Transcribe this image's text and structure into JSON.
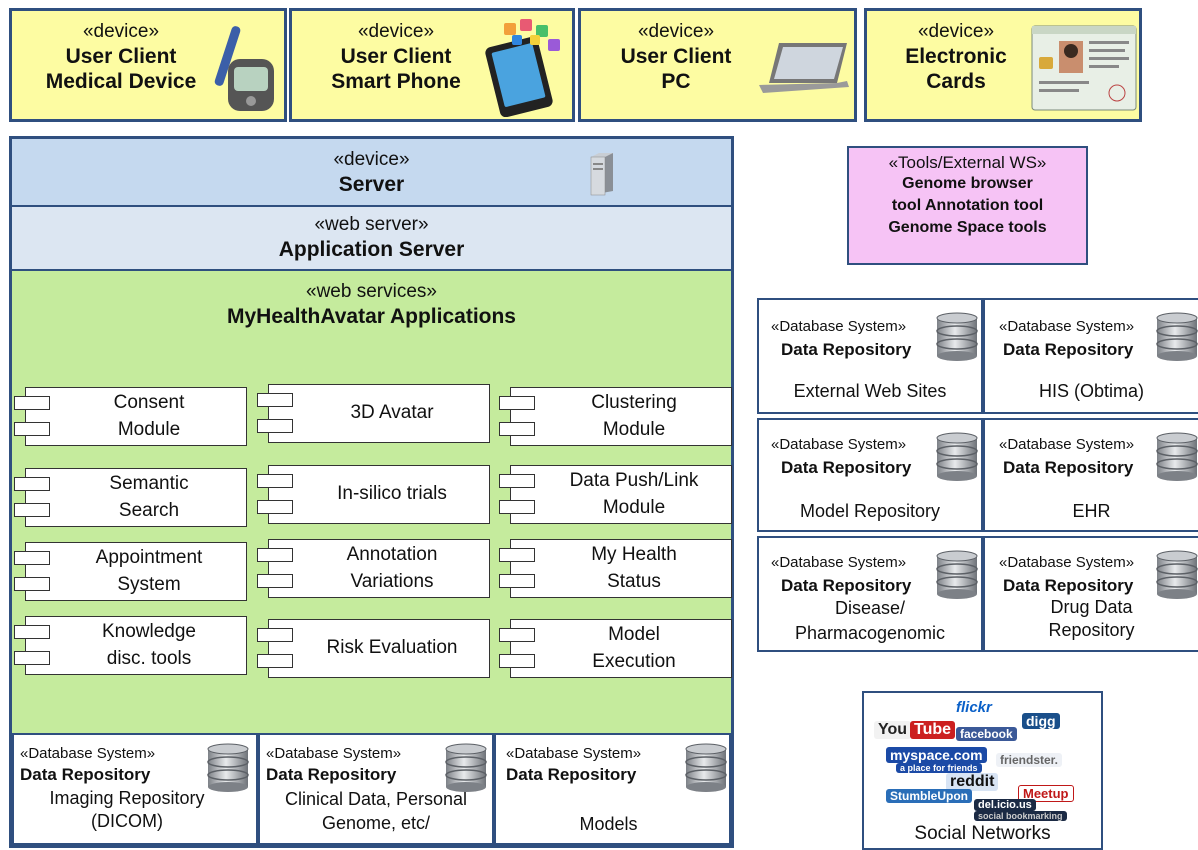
{
  "devices": [
    {
      "stereotype": "«device»",
      "name": "User Client\nMedical Device",
      "icon": "glucose-meter-icon"
    },
    {
      "stereotype": "«device»",
      "name": "User Client\nSmart Phone",
      "icon": "smartphone-icon"
    },
    {
      "stereotype": "«device»",
      "name": "User Client\nPC",
      "icon": "laptop-icon"
    },
    {
      "stereotype": "«device»",
      "name": "Electronic\nCards",
      "icon": "id-card-icon"
    }
  ],
  "server": {
    "stereotype": "«device»",
    "name": "Server"
  },
  "app_server": {
    "stereotype": "«web server»",
    "name": "Application Server"
  },
  "web_services": {
    "stereotype": "«web services»",
    "name": "MyHealthAvatar Applications"
  },
  "components": [
    {
      "label": "Consent\nModule"
    },
    {
      "label": "3D Avatar"
    },
    {
      "label": "Clustering\nModule"
    },
    {
      "label": "Semantic\nSearch"
    },
    {
      "label": "In-silico trials"
    },
    {
      "label": "Data Push/Link\nModule"
    },
    {
      "label": "Appointment\nSystem"
    },
    {
      "label": "Annotation\nVariations"
    },
    {
      "label": "My Health\nStatus"
    },
    {
      "label": "Knowledge\ndisc. tools"
    },
    {
      "label": "Risk Evaluation"
    },
    {
      "label": "Model\nExecution"
    }
  ],
  "internal_dbs": [
    {
      "stereotype": "«Database System»",
      "type": "Data Repository",
      "name": "Imaging Repository\n(DICOM)"
    },
    {
      "stereotype": "«Database System»",
      "type": "Data Repository",
      "name": "Clinical Data, Personal\nGenome, etc/"
    },
    {
      "stereotype": "«Database System»",
      "type": "Data Repository",
      "name": "Models"
    }
  ],
  "tools": {
    "stereotype": "«Tools/External WS»",
    "name": "Genome browser\ntool Annotation tool\nGenome Space tools"
  },
  "external_dbs": [
    {
      "stereotype": "«Database System»",
      "type": "Data Repository",
      "name": "External Web Sites"
    },
    {
      "stereotype": "«Database System»",
      "type": "Data Repository",
      "name": "HIS (Obtima)"
    },
    {
      "stereotype": "«Database System»",
      "type": "Data Repository",
      "name": "Model Repository"
    },
    {
      "stereotype": "«Database System»",
      "type": "Data Repository",
      "name": "EHR"
    },
    {
      "stereotype": "«Database System»",
      "type": "Data Repository",
      "name": "Disease/\nPharmacogenomic"
    },
    {
      "stereotype": "«Database System»",
      "type": "Data Repository",
      "name": "Drug Data\nRepository"
    }
  ],
  "social": {
    "name": "Social Networks",
    "logos": [
      "flickr",
      "You",
      "Tube",
      "facebook",
      "digg",
      "myspace.com",
      "a place for friends",
      "friendster.",
      "reddit",
      "StumbleUpon",
      "Meetup",
      "del.icio.us",
      "social bookmarking"
    ]
  },
  "colors": {
    "device": "#fdfca2",
    "server": "#c5d9ef",
    "app_server": "#dce6f2",
    "web_services": "#c5eb9d",
    "tools": "#f6c3f5",
    "border": "#2f4f7f"
  }
}
